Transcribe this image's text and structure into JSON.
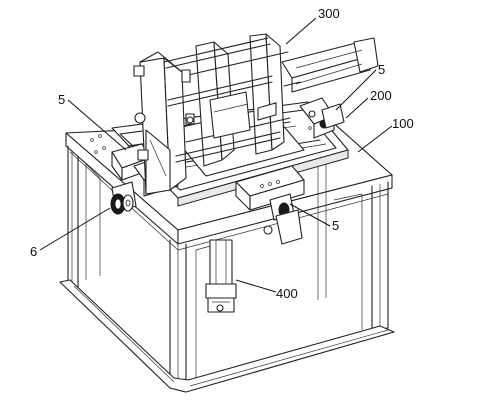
{
  "figure": {
    "labels": {
      "machine": "300",
      "clamp_top_right": "5",
      "slide_assembly": "200",
      "frame": "100",
      "clamp_left": "5",
      "roller": "6",
      "clamp_front": "5",
      "lift_cylinder": "400"
    }
  }
}
